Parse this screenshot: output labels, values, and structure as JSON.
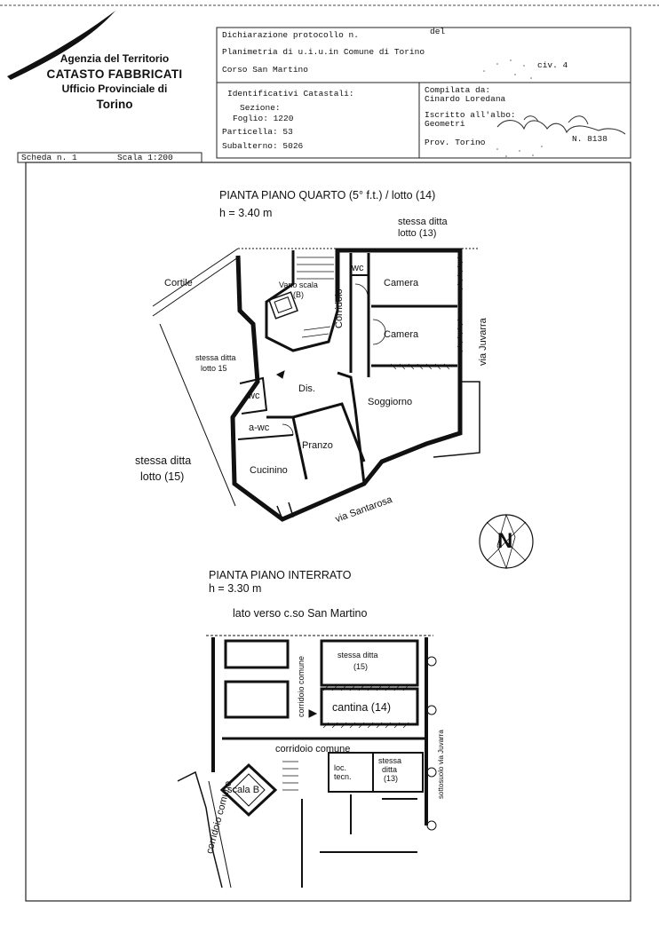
{
  "header": {
    "agency": {
      "line1": "Agenzia del Territorio",
      "line2": "CATASTO FABBRICATI",
      "line3": "Ufficio Provinciale di",
      "line4": "Torino"
    },
    "protocol_label": "Dichiarazione protocollo n.",
    "protocol_del": "del",
    "planimetry": "Planimetria di u.i.u.in Comune di Torino",
    "address": "Corso San Martino",
    "civ": "civ. 4",
    "identifiers_title": "Identificativi Catastali:",
    "sezione": "Sezione:",
    "foglio": "Foglio: 1220",
    "particella": "Particella: 53",
    "subalterno": "Subalterno: 5026",
    "compiled_by": "Compilata da:",
    "compiler_name": "Cinardo Loredana",
    "registered": "Iscritto all'albo:",
    "profession": "Geometri",
    "province": "Prov. Torino",
    "number": "N. 8138",
    "scheda": "Scheda n. 1",
    "scala": "Scala 1:200"
  },
  "plan_upper": {
    "title": "PIANTA PIANO QUARTO (5° f.t.) / lotto (14)",
    "height": "h = 3.40 m",
    "labels": {
      "stessa_ditta_13_a": "stessa ditta",
      "stessa_ditta_13_b": "lotto (13)",
      "cortile": "Cortile",
      "vano_scala": "Vano scala",
      "vano_scala_b": "(B)",
      "wc_top": "wc",
      "camera1": "Camera",
      "camera2": "Camera",
      "corridoio": "Corridoio",
      "via_juvarra": "via Juvarra",
      "stessa_ditta_15_a": "stessa ditta",
      "stessa_ditta_15_b": "lotto 15",
      "wc_left": "wc",
      "dis": "Dis.",
      "soggiorno": "Soggiorno",
      "a_wc": "a-wc",
      "pranzo": "Pranzo",
      "cucinino": "Cucinino",
      "stessa_ditta_15b_a": "stessa ditta",
      "stessa_ditta_15b_b": "lotto (15)",
      "via_santarosa": "via Santarosa",
      "north": "N"
    }
  },
  "plan_lower": {
    "title": "PIANTA PIANO INTERRATO",
    "height": "h = 3.30 m",
    "side": "lato verso c.so San Martino",
    "labels": {
      "corridoio_comune_v": "corridoio comune",
      "stessa_ditta_15_a": "stessa ditta",
      "stessa_ditta_15_b": "(15)",
      "cantina": "cantina (14)",
      "corridoio_comune_h": "corridoio comune",
      "loc_tecn_a": "loc.",
      "loc_tecn_b": "tecn.",
      "stessa_ditta_13_a": "stessa",
      "stessa_ditta_13_b": "ditta",
      "stessa_ditta_13_c": "(13)",
      "scala_b": "scala B",
      "corridoio_comune_d": "corridoio comune",
      "sottosuolo": "sottosuolo via Juvarra"
    }
  }
}
